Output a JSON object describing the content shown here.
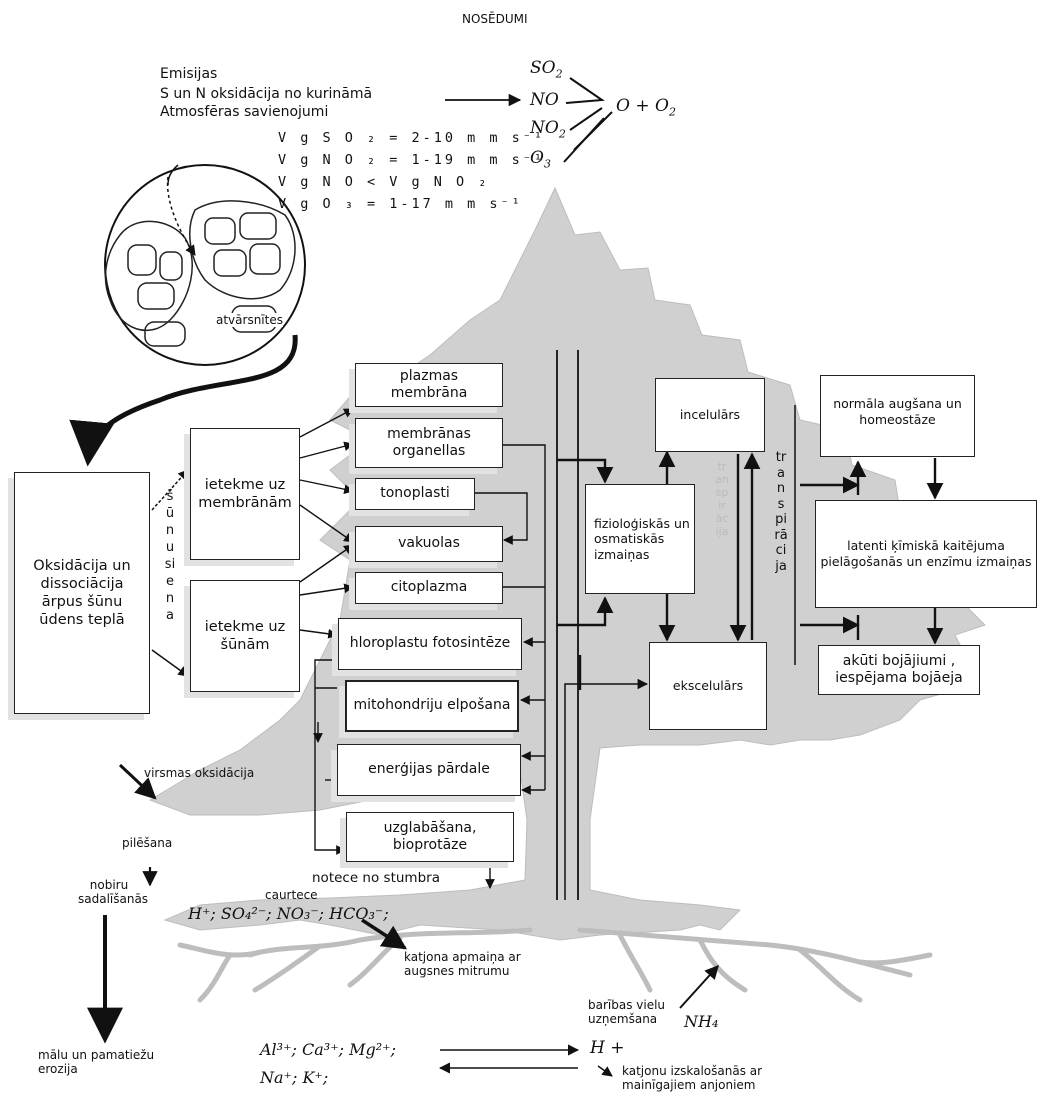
{
  "title": "NOSĒDUMI",
  "emissions": {
    "line1": "Emisijas",
    "line2": "S un N oksidācija no kurināmā",
    "line3": "Atmosfēras savienojumi"
  },
  "gases": {
    "so2": "SO",
    "so2_sub": "2",
    "no": "NO",
    "no2": "NO",
    "no2_sub": "2",
    "o3": "O",
    "o3_sub": "3",
    "oxygen": "O + O",
    "oxygen_sub": "2"
  },
  "velocities": [
    "V g S O ₂ = 2-10 m m s⁻¹",
    "V g N O ₂ = 1-19 m m s⁻¹",
    "V g N O  <  V g N O ₂",
    "V g O ₃ = 1-17 m m s⁻¹"
  ],
  "stomata_label": "atvārsnītes",
  "oxidation_box": "Oksidācija un dissociācija ārpus šūnu ūdens teplā",
  "cell_wall_text": "šūnu siena",
  "effect_membranes": "ietekme uz membrānām",
  "effect_cells": "ietekme uz šūnām",
  "organelles": {
    "plasma": "plazmas membrāna",
    "membrane_org": "membrānas organellas",
    "tonoplast": "tonoplasti",
    "vacuoles": "vakuolas",
    "cytoplasm": "citoplazma",
    "chloroplast": "hloroplastu fotosintēze",
    "mitochondria": "mitohondriju elpošana",
    "energy": "enerģijas pārdale",
    "storage": "uzglabāšana, bioprotāze"
  },
  "physio_box": "fizioloģiskās un osmatiskās izmaiņas",
  "intracellular": "incelulārs",
  "extracellular": "ekscelulārs",
  "transpiration": "transpirācija",
  "outcomes": {
    "normal": "normāla augšana un homeostāze",
    "latent": "latenti ķīmiskā kaitējuma pielāgošanās un enzīmu izmaiņas",
    "acute": "akūti bojājiumi , iespējama bojāeja"
  },
  "surface_oxidation": "virsmas oksidācija",
  "dripping": "pilēšana",
  "litter": "nobiru sadalīšanās",
  "erosion": "mālu un pamatiežu erozija",
  "stem_flow": "notece no stumbra",
  "throughflow": "caurtece",
  "ions_top": "H⁺; SO₄²⁻; NO₃⁻; HCO₃⁻;",
  "cation_exchange": "katjona apmaiņa ar augsnes mitrumu",
  "nutrient_uptake": "barības vielu uzņemšana",
  "nh4": "NH₄",
  "ions_bottom_1": "Al³⁺; Ca³⁺; Mg²⁺;",
  "ions_bottom_2": "Na⁺; K⁺;",
  "h_plus": "H +",
  "leaching": "katjonu izskalošanās ar mainīgajiem anjoniem"
}
